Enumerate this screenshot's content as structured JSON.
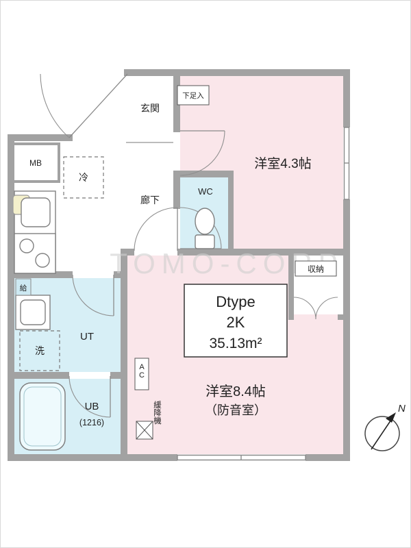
{
  "watermark": "TOMO-CORP",
  "unit": {
    "type": "Dtype",
    "layout": "2K",
    "area": "35.13m²"
  },
  "labels": {
    "genkan": "玄関",
    "shoe_cabinet": "下足入",
    "meter_box": "MB",
    "fridge": "冷",
    "hallway": "廊下",
    "wc": "WC",
    "room1": "洋室4.3帖",
    "storage": "収納",
    "utility": "UT",
    "washer": "洗",
    "water_supply": "給",
    "bath": "UB",
    "bath_size": "(1216)",
    "room2": "洋室8.4帖",
    "room2_note": "（防音室）",
    "ac": "AC",
    "escape_device": "緩降機",
    "north": "N"
  },
  "colors": {
    "wall": "#a2a2a2",
    "room_pink": "#fae6ea",
    "wet_blue": "#d7eff6",
    "counter_yellow": "#f4f0cc"
  }
}
